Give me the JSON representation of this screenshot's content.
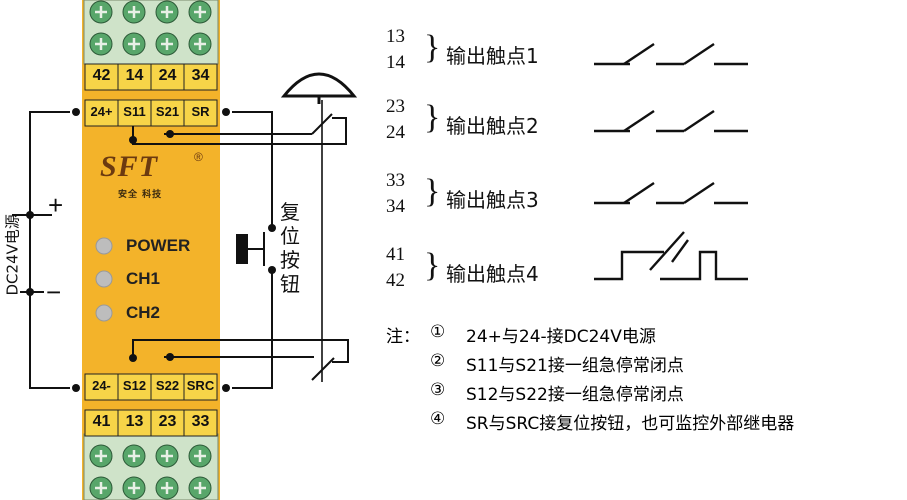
{
  "terminals": {
    "top_row": [
      "42",
      "14",
      "24",
      "34"
    ],
    "upper_row": [
      "24+",
      "S11",
      "S21",
      "SR"
    ],
    "lower_row": [
      "24-",
      "S12",
      "S22",
      "SRC"
    ],
    "bottom_row": [
      "41",
      "13",
      "23",
      "33"
    ]
  },
  "brand": {
    "logo": "SFT",
    "registered": "®",
    "tagline": "安全 科技"
  },
  "leds": [
    {
      "label": "POWER"
    },
    {
      "label": "CH1"
    },
    {
      "label": "CH2"
    }
  ],
  "power": {
    "label": "DC24V电源",
    "plus": "+",
    "minus": "−"
  },
  "reset_button": {
    "label": "复位按钮"
  },
  "contacts": [
    {
      "num_top": "13",
      "num_bottom": "14",
      "label": "输出触点1"
    },
    {
      "num_top": "23",
      "num_bottom": "24",
      "label": "输出触点2"
    },
    {
      "num_top": "33",
      "num_bottom": "34",
      "label": "输出触点3"
    },
    {
      "num_top": "41",
      "num_bottom": "42",
      "label": "输出触点4"
    }
  ],
  "notes": {
    "prefix": "注：",
    "items": [
      {
        "marker": "①",
        "text": "24+与24-接DC24V电源"
      },
      {
        "marker": "②",
        "text": "S11与S21接一组急停常闭点"
      },
      {
        "marker": "③",
        "text": "S12与S22接一组急停常闭点"
      },
      {
        "marker": "④",
        "text": "SR与SRC接复位按钮，也可监控外部继电器"
      }
    ]
  },
  "colors": {
    "body": "#fbb42a",
    "terminal": "#f6d24a",
    "screw": "#58a66a",
    "led": "#b8b8b8",
    "line": "#111111"
  }
}
